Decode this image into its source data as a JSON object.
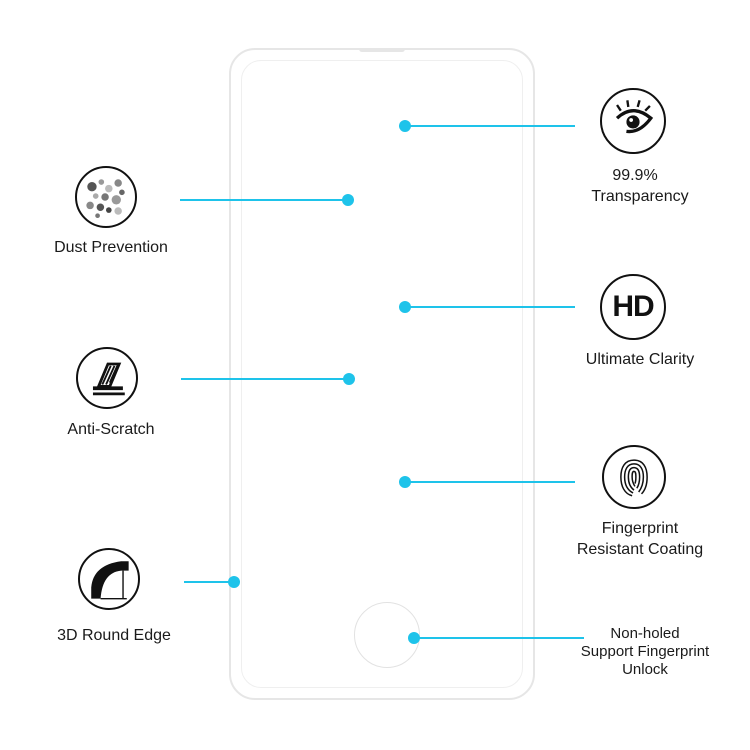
{
  "features": {
    "dust_prevention": {
      "label": "Dust Prevention",
      "icon": "dust-icon"
    },
    "anti_scratch": {
      "label": "Anti-Scratch",
      "icon": "scratch-icon"
    },
    "round_edge": {
      "label": "3D Round Edge",
      "icon": "round-edge-icon"
    },
    "transparency": {
      "value": "99.9%",
      "label": "Transparency",
      "icon": "eye-icon"
    },
    "clarity": {
      "badge": "HD",
      "label": "Ultimate Clarity",
      "icon": "hd-icon"
    },
    "fingerprint": {
      "line1": "Fingerprint",
      "line2": "Resistant Coating",
      "icon": "fingerprint-icon"
    },
    "non_holed": {
      "line1": "Non-holed",
      "line2": "Support Fingerprint",
      "line3": "Unlock"
    }
  },
  "colors": {
    "accent": "#1ec3ea",
    "icon_stroke": "#111111",
    "phone_outline": "#e6e6e6"
  }
}
